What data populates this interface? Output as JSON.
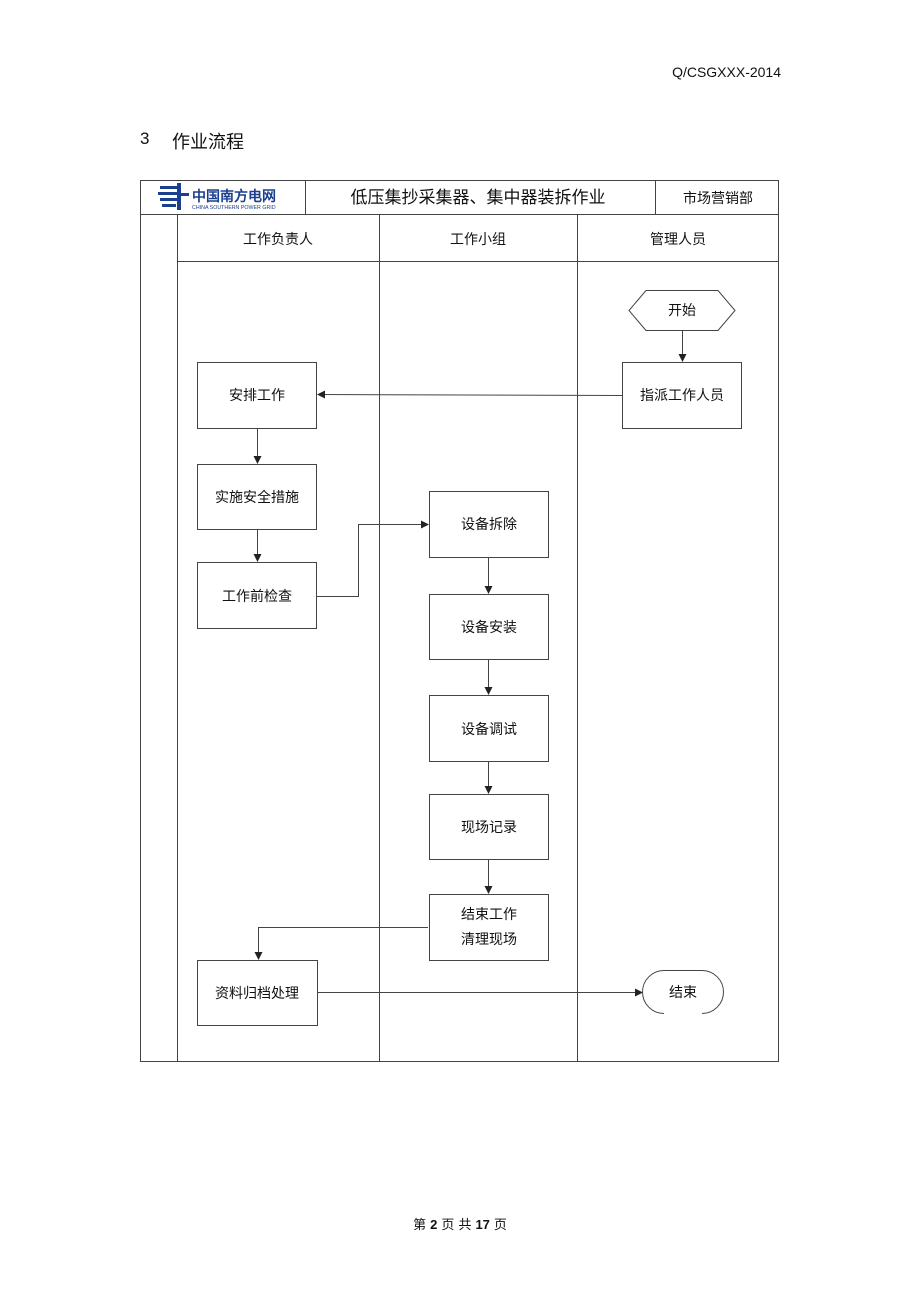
{
  "header": {
    "doc_code": "Q/CSGXXX-2014"
  },
  "section": {
    "number": "3",
    "title": "作业流程"
  },
  "table_header": {
    "logo_cn": "中国南方电网",
    "logo_en": "CHINA SOUTHERN POWER GRID",
    "title": "低压集抄采集器、集中器装拆作业",
    "department": "市场营销部"
  },
  "lanes": [
    "工作负责人",
    "工作小组",
    "管理人员"
  ],
  "nodes": {
    "start": "开始",
    "assign_people": "指派工作人员",
    "arrange_work": "安排工作",
    "safety_measures": "实施安全措施",
    "pre_check": "工作前检查",
    "dismantle": "设备拆除",
    "install": "设备安装",
    "debug": "设备调试",
    "record": "现场记录",
    "finish_line1": "结束工作",
    "finish_line2": "清理现场",
    "archive": "资料归档处理",
    "end": "结束"
  },
  "footer": {
    "prefix": "第",
    "page": "2",
    "middle": "页 共",
    "total": "17",
    "suffix": "页"
  },
  "colors": {
    "line": "#444444",
    "logo_blue": "#1b3f8f"
  }
}
